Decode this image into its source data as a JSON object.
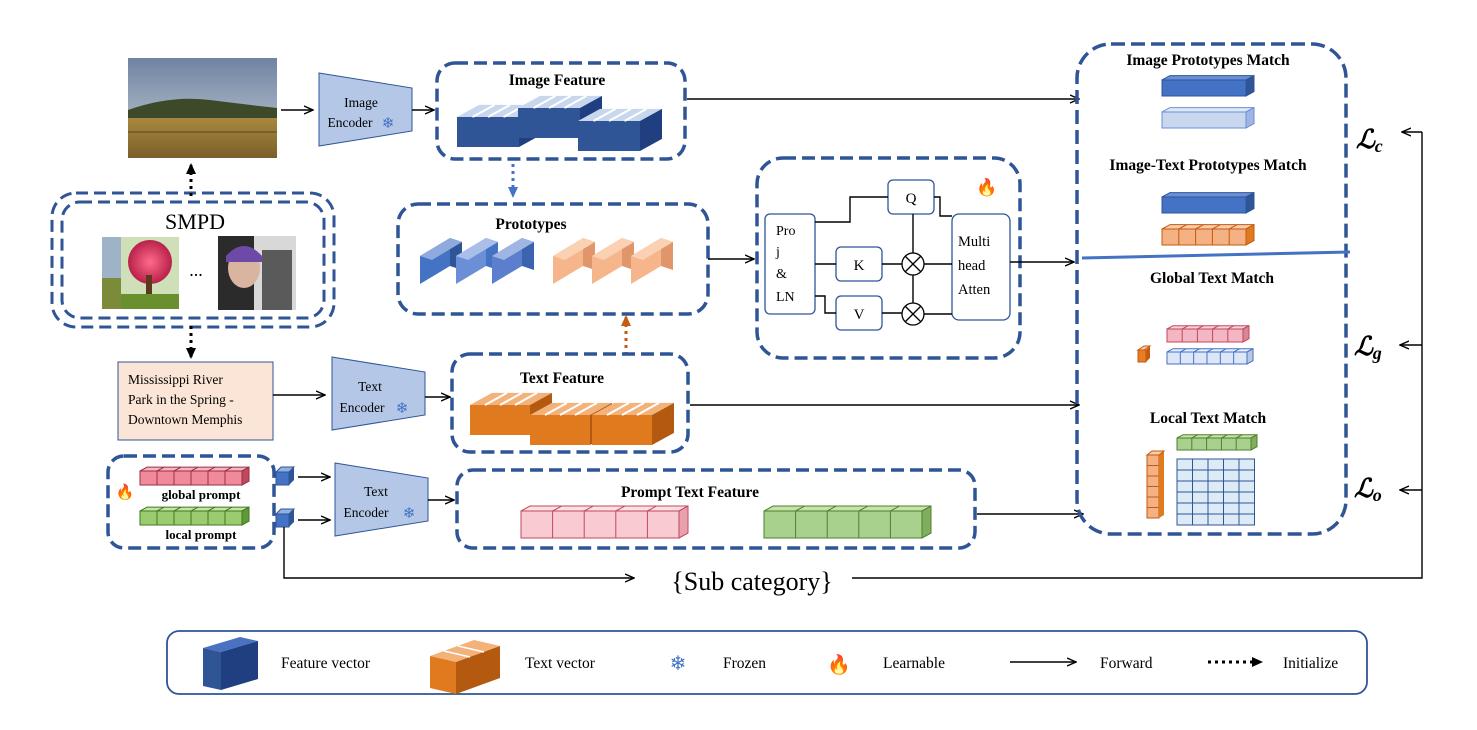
{
  "inputs": {
    "dataset_label": "SMPD",
    "ellipsis": "...",
    "caption_lines": [
      "Mississippi River",
      "Park in the Spring -",
      "Downtown Memphis"
    ]
  },
  "encoders": {
    "image_lines": [
      "Image",
      "Encoder"
    ],
    "text_lines": [
      "Text",
      "Encoder"
    ],
    "prompt_text_lines": [
      "Text",
      "Encoder"
    ]
  },
  "features": {
    "image_feature": "Image Feature",
    "prototypes": "Prototypes",
    "text_feature": "Text Feature",
    "prompt_text_feature": "Prompt  Text Feature"
  },
  "prompts": {
    "global": "global prompt",
    "local": "local prompt"
  },
  "attention": {
    "proj_lines": [
      "Pro",
      "j",
      "&",
      "LN"
    ],
    "q": "Q",
    "k": "K",
    "v": "V",
    "mha_lines": [
      "Multi",
      "head",
      "Atten"
    ]
  },
  "matching": {
    "image_prototypes_match": "Image Prototypes Match",
    "image_text_prototypes_match": "Image-Text Prototypes Match",
    "global_text_match": "Global Text Match",
    "local_text_match": "Local Text Match"
  },
  "losses": {
    "lc_main": "ℒ",
    "lc_sub": "c",
    "lg_main": "ℒ",
    "lg_sub": "g",
    "lo_main": "ℒ",
    "lo_sub": "o"
  },
  "sub_category": "{Sub category}",
  "legend": {
    "feature_vector": "Feature vector",
    "text_vector": "Text vector",
    "frozen": "Frozen",
    "learnable": "Learnable",
    "forward": "Forward",
    "initialize": "Initialize"
  },
  "colors": {
    "dash_border": "#2f5597",
    "feature_blue": "#2f5597",
    "feature_light": "#b4c7e7",
    "proto_blue": "#4472c4",
    "text_orange": "#e67e22",
    "text_light": "#f8cbad",
    "prompt_red": "#f4b6c2",
    "prompt_green": "#a9d18e",
    "encoder_fill": "#b4c7e7",
    "caption_fill": "#fbe5d6",
    "flame": "#e67e22",
    "snow": "#4472c4"
  }
}
